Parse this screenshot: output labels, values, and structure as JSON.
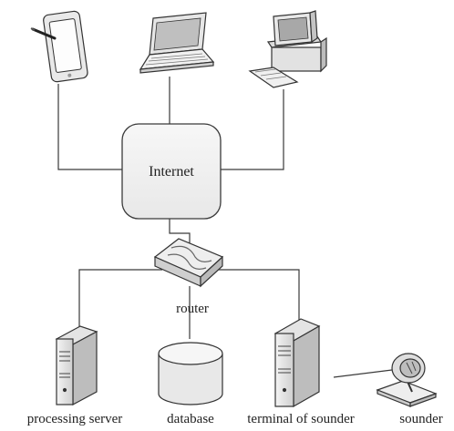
{
  "diagram": {
    "hub": {
      "label": "Internet"
    },
    "router": {
      "label": "router"
    },
    "clients": [
      {
        "device": "tablet-icon"
      },
      {
        "device": "laptop-icon"
      },
      {
        "device": "desktop-computer-icon"
      }
    ],
    "nodes": [
      {
        "device": "server-tower-icon",
        "label": "processing server"
      },
      {
        "device": "database-cylinder-icon",
        "label": "database"
      },
      {
        "device": "server-tower-icon",
        "label": "terminal of sounder"
      },
      {
        "device": "sounder-dish-icon",
        "label": "sounder"
      }
    ],
    "colors": {
      "stroke": "#3a3a3a",
      "hub_fill": "#f2f2f2",
      "device_fill": "#e6e6e6",
      "screen": "#b5b5b5"
    }
  }
}
